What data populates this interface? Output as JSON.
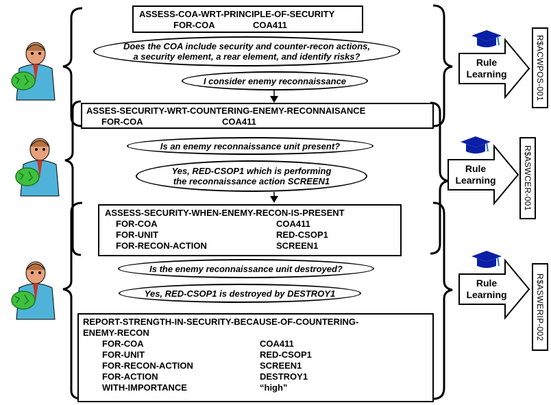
{
  "tasks": [
    {
      "title": "ASSESS-COA-WRT-PRINCIPLE-OF-SECURITY",
      "features": [
        {
          "key": "FOR-COA",
          "value": "COA411"
        }
      ]
    },
    {
      "title": "ASSES-SECURITY-WRT-COUNTERING-ENEMY-RECONNAISANCE",
      "features": [
        {
          "key": "FOR-COA",
          "value": "COA411"
        }
      ]
    },
    {
      "title": "ASSESS-SECURITY-WHEN-ENEMY-RECON-IS-PRESENT",
      "features": [
        {
          "key": "FOR-COA",
          "value": "COA411"
        },
        {
          "key": "FOR-UNIT",
          "value": "RED-CSOP1"
        },
        {
          "key": "FOR-RECON-ACTION",
          "value": "SCREEN1"
        }
      ]
    },
    {
      "title_line1": "REPORT-STRENGTH-IN-SECURITY-BECAUSE-OF-COUNTERING-",
      "title_line2": "ENEMY-RECON",
      "features": [
        {
          "key": "FOR-COA",
          "value": "COA411"
        },
        {
          "key": "FOR-UNIT",
          "value": "RED-CSOP1"
        },
        {
          "key": "FOR-RECON-ACTION",
          "value": "SCREEN1"
        },
        {
          "key": "FOR-ACTION",
          "value": "DESTROY1"
        },
        {
          "key": "WITH-IMPORTANCE",
          "value": "“high”"
        }
      ]
    }
  ],
  "ellipses": [
    {
      "line1": "Does the COA include security and counter-recon actions,",
      "line2": "a security element, a rear element, and identify risks?"
    },
    {
      "line1": "I consider enemy reconnaissance"
    },
    {
      "line1": "Is an enemy reconnaissance unit present?"
    },
    {
      "line1": "Yes, RED-CSOP1 which is performing",
      "line2": "the reconnaissance action SCREEN1"
    },
    {
      "line1": "Is the enemy reconnaissance unit destroyed?"
    },
    {
      "line1": "Yes, RED-CSOP1 is destroyed by DESTROY1"
    }
  ],
  "rule_learning": [
    {
      "line1": "Rule",
      "line2": "Learning",
      "rule_id": "R$ACWPOS-001"
    },
    {
      "line1": "Rule",
      "line2": "Learning",
      "rule_id": "R$ASWCER-001"
    },
    {
      "line1": "Rule",
      "line2": "Learning",
      "rule_id": "R$ASWERIP-002"
    }
  ],
  "icons": {
    "expert": "expert-with-money-icon",
    "learning": "graduation-cap-icon",
    "arrow": "block-arrow-icon"
  },
  "colors": {
    "cap": "#0a1fa6",
    "cap_tassel": "#1e6bd6",
    "expert_shirt": "#4fb3d9",
    "expert_skin": "#e8a07a",
    "money": "#3fbf3f"
  }
}
